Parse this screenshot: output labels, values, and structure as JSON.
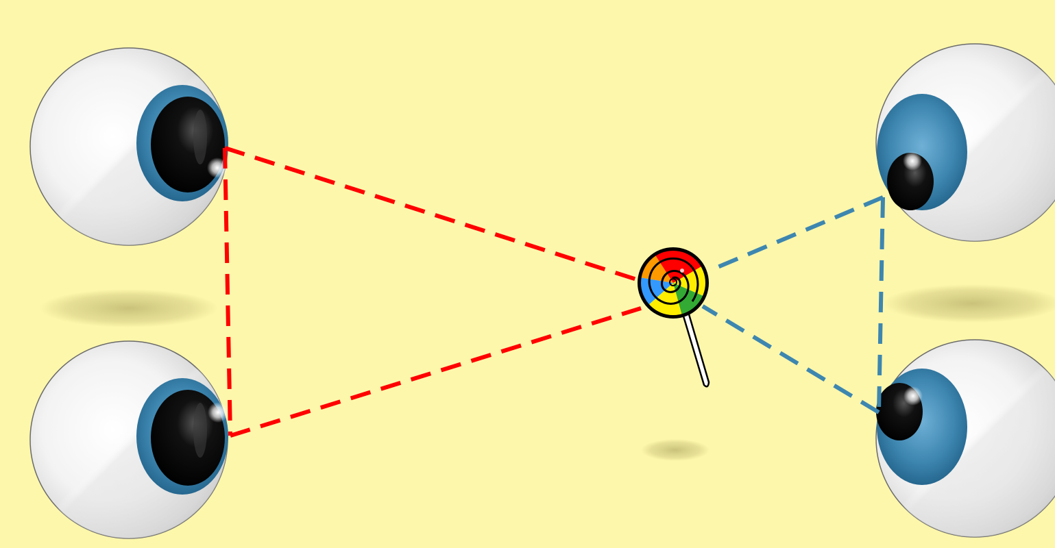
{
  "scene": {
    "background_color": "#fdf7ab",
    "shadow_color": "#c9c27a",
    "eye_iris_color": "#3d86b0",
    "pupil_color": "#000000",
    "left_link_color": "#ff0000",
    "right_link_color": "#3d86b0",
    "target": "lollipop-icon",
    "lollipop_colors": [
      "#ff0000",
      "#ff9900",
      "#ffee00",
      "#33aa33",
      "#3399ff",
      "#ffffff"
    ]
  },
  "eyes": [
    {
      "name": "eye-top-left",
      "gaze": "right"
    },
    {
      "name": "eye-bottom-left",
      "gaze": "right"
    },
    {
      "name": "eye-top-right",
      "gaze": "down-left"
    },
    {
      "name": "eye-bottom-right",
      "gaze": "left"
    }
  ]
}
